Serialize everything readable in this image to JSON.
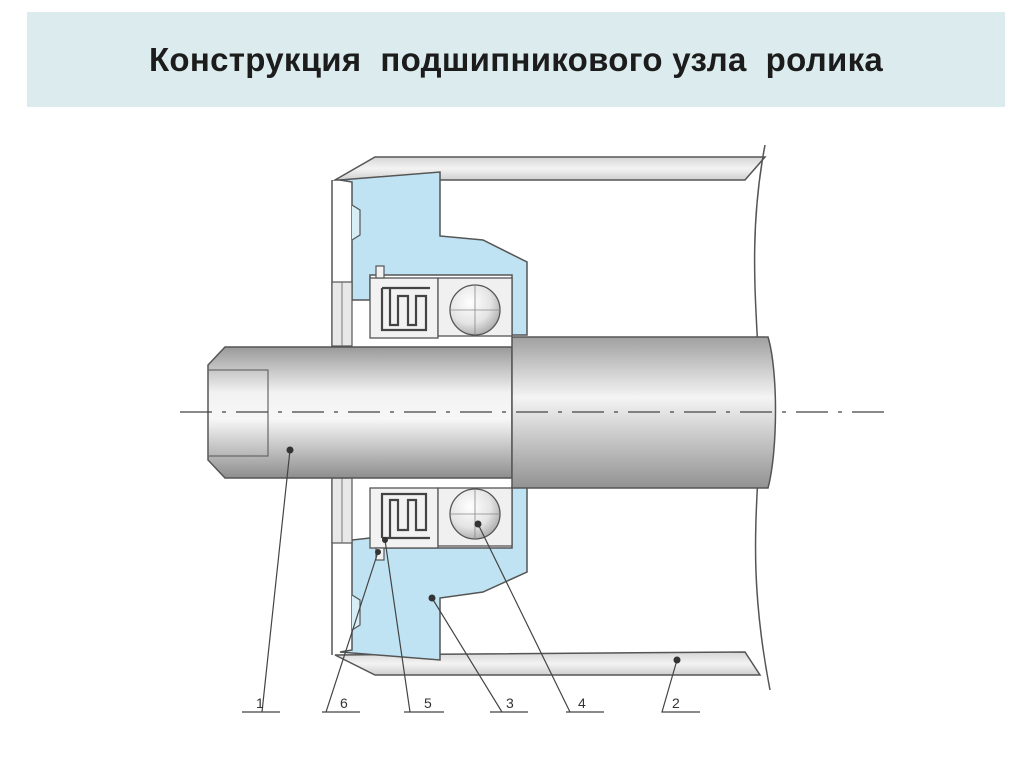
{
  "title": "Конструкция  подшипникового узла  ролика",
  "callouts": [
    {
      "id": "1",
      "label": "1"
    },
    {
      "id": "6",
      "label": "6"
    },
    {
      "id": "5",
      "label": "5"
    },
    {
      "id": "3",
      "label": "3"
    },
    {
      "id": "4",
      "label": "4"
    },
    {
      "id": "2",
      "label": "2"
    }
  ],
  "colors": {
    "banner": "#dcebed",
    "housing": "#bfe3f2",
    "metal_light": "#f0f0f0",
    "metal_dark": "#9a9a9a",
    "outline": "#555555",
    "tube": "#e2e2e2"
  }
}
